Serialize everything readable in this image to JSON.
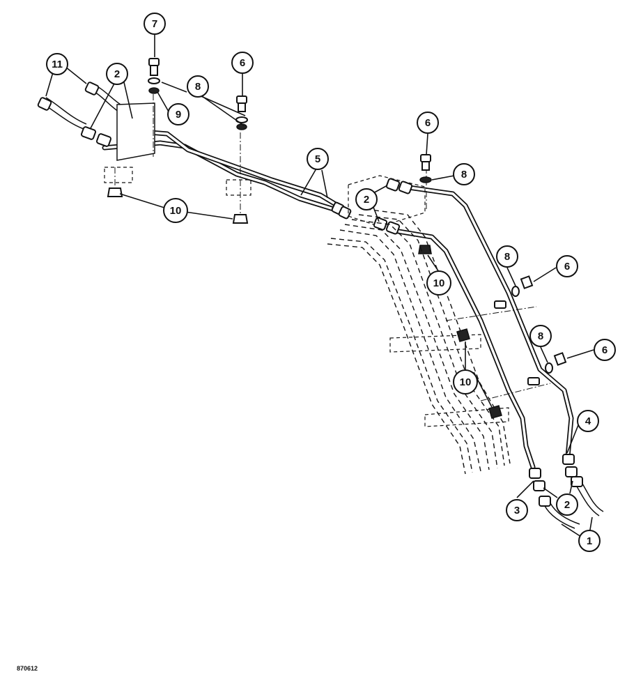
{
  "figure_id": "870612",
  "callouts": [
    {
      "label": "7"
    },
    {
      "label": "6"
    },
    {
      "label": "11"
    },
    {
      "label": "2"
    },
    {
      "label": "8"
    },
    {
      "label": "9"
    },
    {
      "label": "5"
    },
    {
      "label": "10"
    },
    {
      "label": "6"
    },
    {
      "label": "8"
    },
    {
      "label": "2"
    },
    {
      "label": "10"
    },
    {
      "label": "8"
    },
    {
      "label": "6"
    },
    {
      "label": "8"
    },
    {
      "label": "6"
    },
    {
      "label": "10"
    },
    {
      "label": "4"
    },
    {
      "label": "2"
    },
    {
      "label": "3"
    },
    {
      "label": "1"
    }
  ]
}
